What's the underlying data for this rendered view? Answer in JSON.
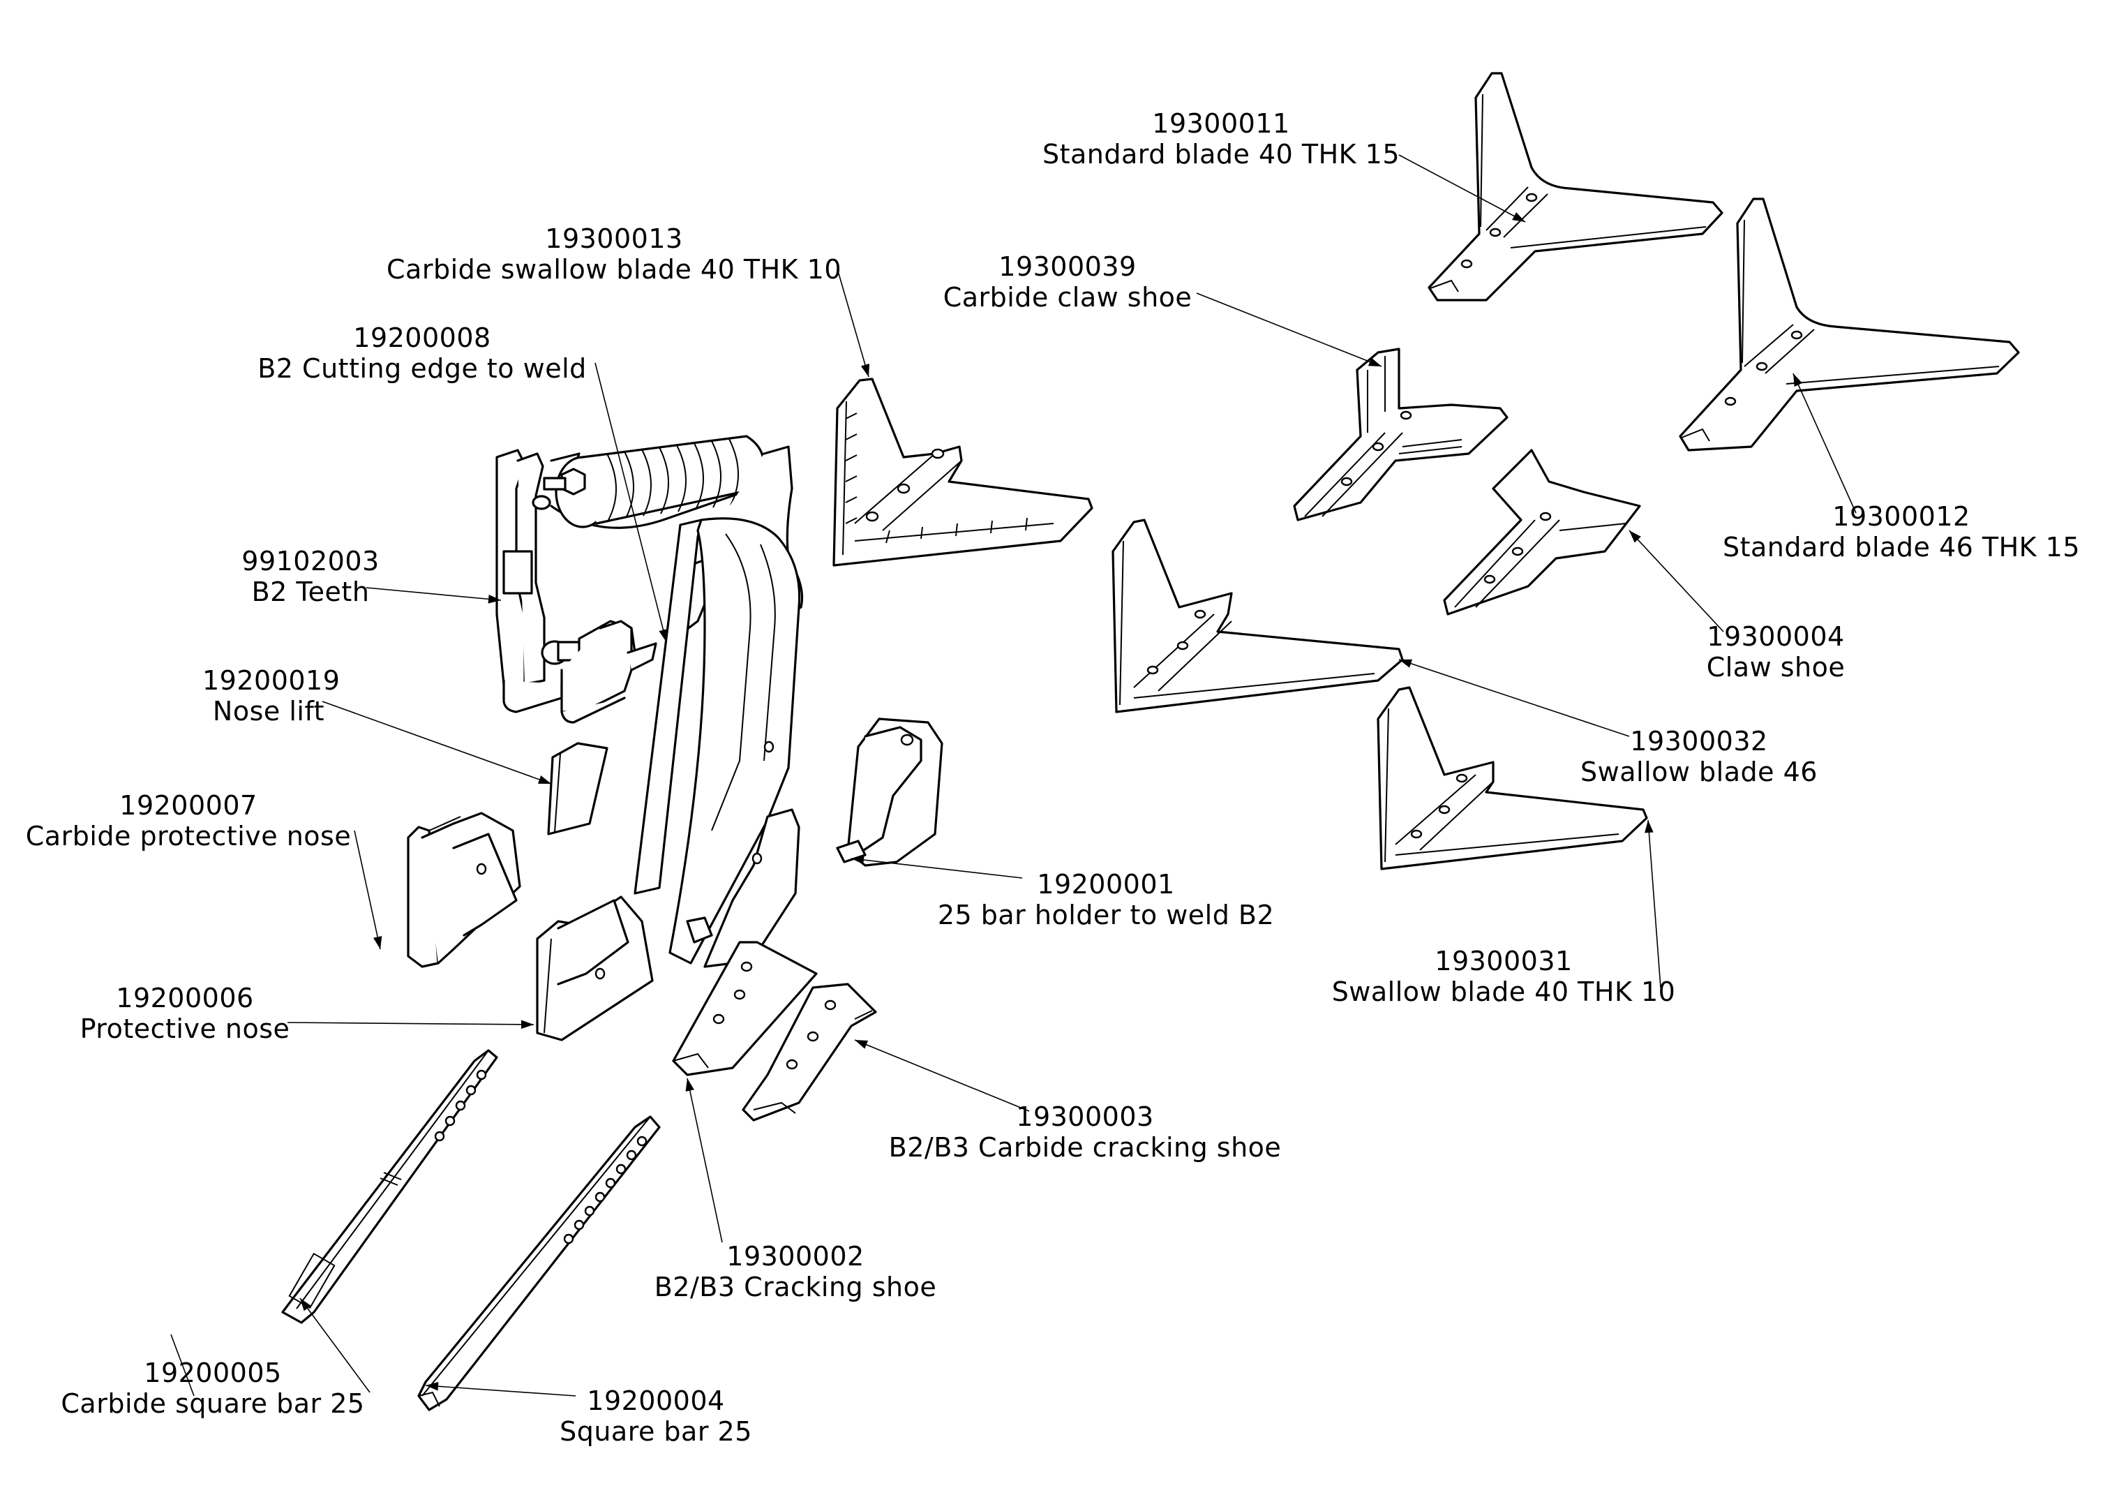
{
  "diagram": {
    "type": "exploded-parts-view",
    "line_color": "#000000",
    "background": "#ffffff"
  },
  "callouts": [
    {
      "id": "c11",
      "code": "19300011",
      "desc": "Standard blade 40 THK 15"
    },
    {
      "id": "c13",
      "code": "19300013",
      "desc": "Carbide swallow blade 40 THK 10"
    },
    {
      "id": "c39",
      "code": "19300039",
      "desc": "Carbide claw shoe"
    },
    {
      "id": "c08",
      "code": "19200008",
      "desc": "B2 Cutting edge to weld"
    },
    {
      "id": "c12",
      "code": "19300012",
      "desc": "Standard blade 46 THK 15"
    },
    {
      "id": "c9910",
      "code": "99102003",
      "desc": "B2 Teeth"
    },
    {
      "id": "c04",
      "code": "19300004",
      "desc": "Claw shoe"
    },
    {
      "id": "c19",
      "code": "19200019",
      "desc": "Nose lift"
    },
    {
      "id": "c32",
      "code": "19300032",
      "desc": "Swallow blade 46"
    },
    {
      "id": "c07",
      "code": "19200007",
      "desc": "Carbide protective nose"
    },
    {
      "id": "c01",
      "code": "19200001",
      "desc": "25 bar holder to weld B2"
    },
    {
      "id": "c31",
      "code": "19300031",
      "desc": "Swallow blade 40 THK 10"
    },
    {
      "id": "c06",
      "code": "19200006",
      "desc": "Protective nose"
    },
    {
      "id": "c03",
      "code": "19300003",
      "desc": "B2/B3 Carbide cracking shoe"
    },
    {
      "id": "c02",
      "code": "19300002",
      "desc": "B2/B3 Cracking shoe"
    },
    {
      "id": "c05",
      "code": "19200005",
      "desc": "Carbide square bar 25"
    },
    {
      "id": "c004",
      "code": "19200004",
      "desc": "Square bar 25"
    }
  ]
}
